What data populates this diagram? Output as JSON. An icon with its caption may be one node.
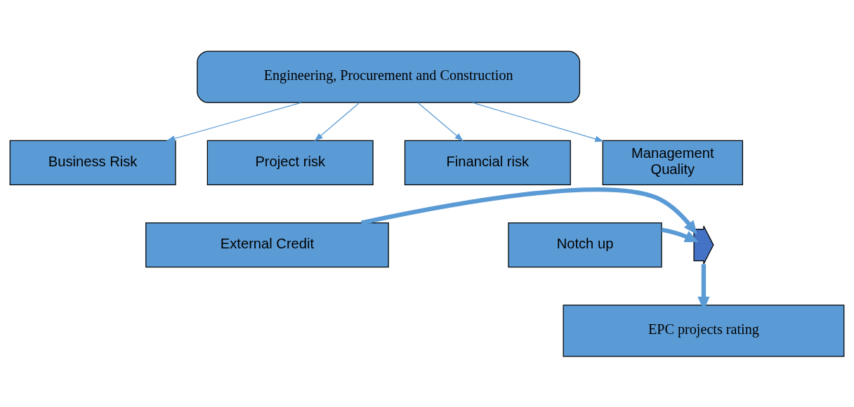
{
  "diagram": {
    "nodes": [
      {
        "text": [
          "Engineering, Procurement and Construction"
        ]
      },
      {
        "text": [
          "Business Risk"
        ]
      },
      {
        "text": [
          "Project risk"
        ]
      },
      {
        "text": [
          "Financial risk"
        ]
      },
      {
        "text": [
          "Management Quality"
        ]
      },
      {
        "text": [
          "External Credit"
        ]
      },
      {
        "text": [],
        "shape": "arrow"
      },
      {
        "text": [
          "Notch up"
        ]
      },
      {
        "text": [
          "EPC projects rating"
        ]
      }
    ],
    "edges": [
      {
        "from": 0,
        "to": 1,
        "arrow": "to"
      },
      {
        "from": 0,
        "to": 2,
        "arrow": "to"
      },
      {
        "from": 0,
        "to": 3,
        "arrow": "to"
      },
      {
        "from": 0,
        "to": 4,
        "arrow": "to"
      },
      {
        "from": 5,
        "to": 6,
        "arrow": "to",
        "style": "thick"
      },
      {
        "from": 7,
        "to": 6,
        "arrow": "to",
        "style": "thick"
      },
      {
        "from": 6,
        "to": 8,
        "arrow": "to",
        "style": "thick"
      }
    ]
  }
}
